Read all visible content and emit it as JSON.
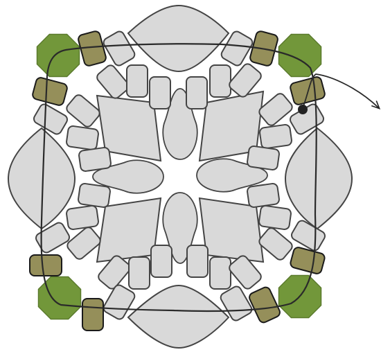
{
  "diagram": {
    "subject": "beadwork-thread-path",
    "colors": {
      "grey_bead_fill": "#d9d9d9",
      "grey_bead_stroke": "#444444",
      "olive_bead_fill": "#958f5a",
      "olive_bead_stroke": "#1a1a1a",
      "green_bead_fill": "#72973a",
      "green_bead_stroke": "#5a7a2c",
      "thread": "#222222",
      "start_dot": "#222222"
    },
    "bead_kinds": [
      "grey-seed",
      "grey-diamond",
      "grey-petal",
      "grey-lentil",
      "olive-seed",
      "green-rivoli"
    ]
  }
}
